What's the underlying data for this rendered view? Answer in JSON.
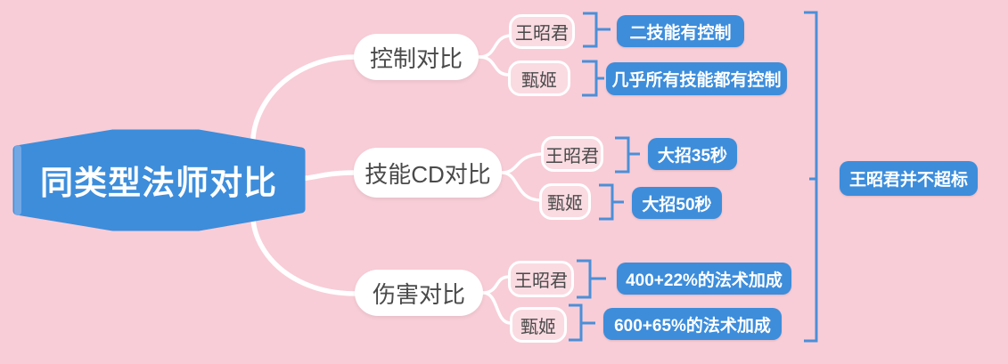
{
  "colors": {
    "background": "#F8CDD7",
    "node_blue": "#3D8DDB",
    "line_blue": "#4B8FD8",
    "connector_white": "#FFFFFF",
    "text_dark": "#4A4A4A",
    "text_light": "#FFFFFF",
    "root_edge_highlight": "#72A7E4"
  },
  "root": {
    "label": "同类型法师对比"
  },
  "branches": [
    {
      "label": "控制对比",
      "children": [
        {
          "label": "王昭君",
          "value": "二技能有控制"
        },
        {
          "label": "甄姬",
          "value": "几乎所有技能都有控制"
        }
      ]
    },
    {
      "label": "技能CD对比",
      "children": [
        {
          "label": "王昭君",
          "value": "大招35秒"
        },
        {
          "label": "甄姬",
          "value": "大招50秒"
        }
      ]
    },
    {
      "label": "伤害对比",
      "children": [
        {
          "label": "王昭君",
          "value": "400+22%的法术加成"
        },
        {
          "label": "甄姬",
          "value": "600+65%的法术加成"
        }
      ]
    }
  ],
  "summary": {
    "label": "王昭君并不超标"
  }
}
